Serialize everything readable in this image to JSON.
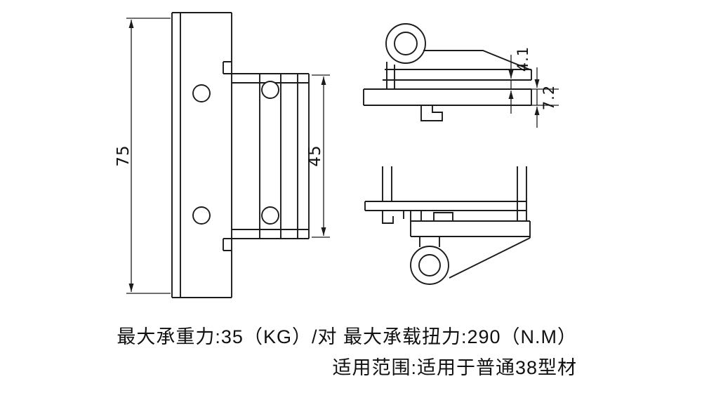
{
  "drawing": {
    "front_view": {
      "dim_height": "75",
      "dim_leaf_height": "45"
    },
    "section_detail": {
      "dim_gap": "4.1",
      "dim_wall": "7.2"
    },
    "notes": {
      "line1": "最大承重力:35（KG）/对  最大承载扭力:290（N.M）",
      "line2": "适用范围:适用于普通38型材"
    }
  }
}
